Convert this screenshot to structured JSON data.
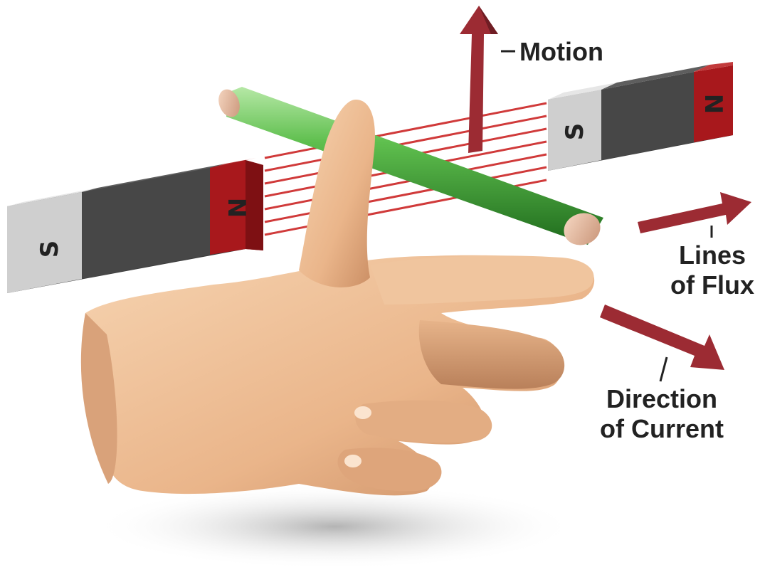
{
  "labels": {
    "motion": "Motion",
    "flux_line1": "Lines",
    "flux_line2": "of Flux",
    "current_line1": "Direction",
    "current_line2": "of Current"
  },
  "magnets": {
    "left": {
      "south": "S",
      "north": "N"
    },
    "right": {
      "south": "S",
      "north": "N"
    }
  },
  "colors": {
    "arrow": "#9c2b33",
    "north_pole": "#a8181c",
    "magnet_body": "#4a4a4a",
    "south_pole": "#c8c8c8",
    "conductor": "#3e9c3a",
    "flux_lines": "#d03a3a",
    "skin": "#efc199"
  }
}
